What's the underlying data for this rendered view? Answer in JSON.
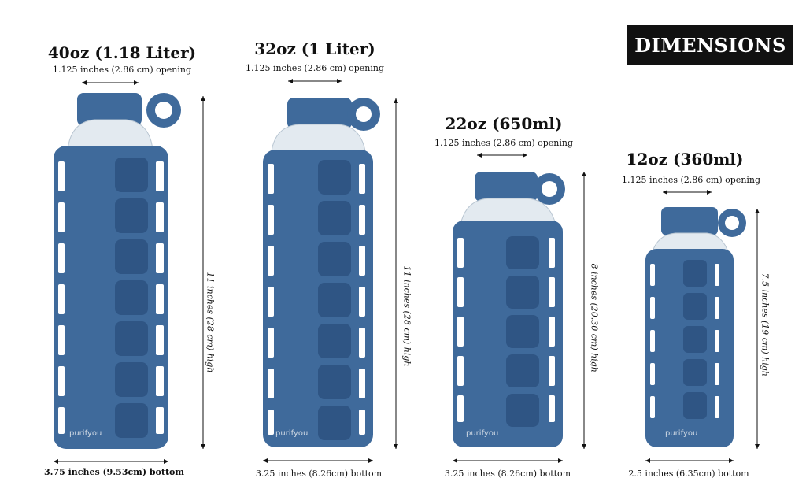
{
  "badge": "DIMENSIONS",
  "colors": {
    "sleeve": "#3f6a9b",
    "sleeve_dark": "#2f5584",
    "glass": "#dfe7ee",
    "text": "#111111"
  },
  "bottles": [
    {
      "title": "40oz (1.18 Liter)",
      "opening": "1.125 inches (2.86 cm) opening",
      "height": "11 inches (28 cm) high",
      "bottom": "3.75 inches (9.53cm) bottom",
      "brand": "purifyou"
    },
    {
      "title": "32oz (1 Liter)",
      "opening": "1.125 inches (2.86 cm) opening",
      "height": "11 inches (28 cm) high",
      "bottom": "3.25 inches (8.26cm) bottom",
      "brand": "purifyou"
    },
    {
      "title": "22oz (650ml)",
      "opening": "1.125 inches (2.86 cm) opening",
      "height": "8 inches (20.30 cm) high",
      "bottom": "3.25 inches (8.26cm) bottom",
      "brand": "purifyou"
    },
    {
      "title": "12oz (360ml)",
      "opening": "1.125 inches (2.86 cm) opening",
      "height": "7.5 inches (19 cm) high",
      "bottom": "2.5 inches (6.35cm) bottom",
      "brand": "purifyou"
    }
  ]
}
